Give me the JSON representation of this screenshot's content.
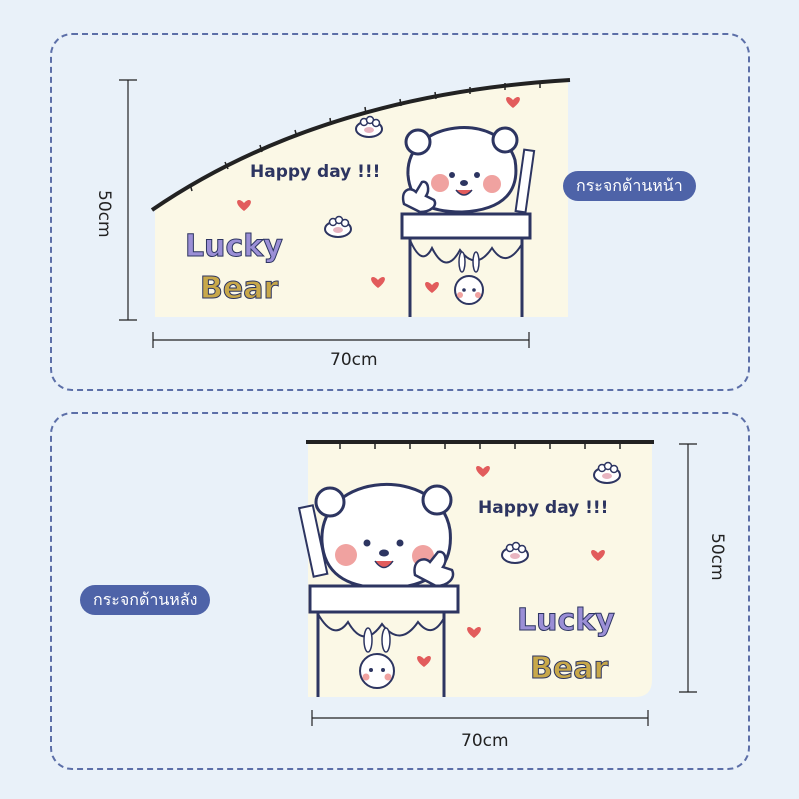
{
  "front": {
    "label": "กระจกด้านหน้า",
    "width": "70cm",
    "height": "50cm",
    "slogan": "Happy day !!!",
    "word1": "Lucky",
    "word2": "Bear"
  },
  "rear": {
    "label": "กระจกด้านหลัง",
    "width": "70cm",
    "height": "50cm",
    "slogan": "Happy day !!!",
    "word1": "Lucky",
    "word2": "Bear"
  },
  "colors": {
    "background": "#e9f1f9",
    "panel_border": "#5c6fa8",
    "badge": "#4e63a8",
    "shade": "#fbf8e6",
    "outline": "#2d3561",
    "heart": "#e25c5c",
    "lucky_top": "#9b8fd6",
    "bear_text": "#c8a84a"
  }
}
